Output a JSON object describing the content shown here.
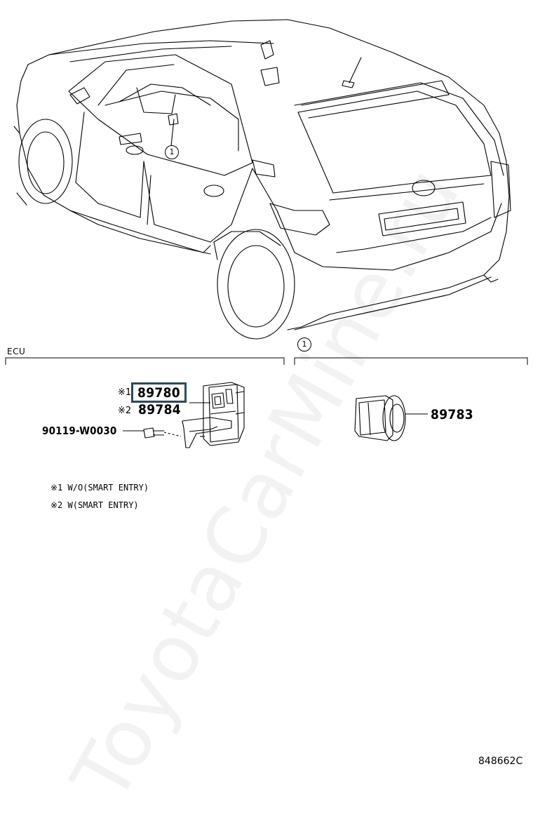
{
  "diagram": {
    "callout_number": "1",
    "section_left": {
      "title": "ECU"
    },
    "section_right": {
      "callout": "1"
    },
    "parts": {
      "ecu_note1_mark": "※1",
      "ecu_note1_part": "89780",
      "ecu_note2_mark": "※2",
      "ecu_note2_part": "89784",
      "bolt_part": "90119-W0030",
      "switch_part": "89783"
    },
    "notes": [
      "※1 W/O(SMART ENTRY)",
      "※2 W(SMART ENTRY)"
    ],
    "watermark": "ToyotaCarMine.ru",
    "diagram_code": "848662C",
    "highlight_color": "#2c4a5a"
  }
}
